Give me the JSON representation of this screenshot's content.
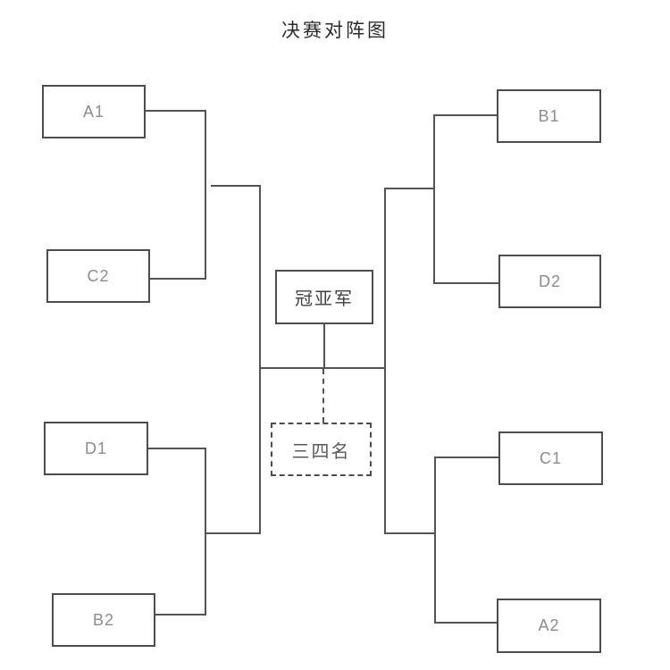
{
  "title": "决赛对阵图",
  "bracket": {
    "semifinal_left_top": {
      "team1": "A1",
      "team2": "C2"
    },
    "semifinal_left_bottom": {
      "team1": "D1",
      "team2": "B2"
    },
    "semifinal_right_top": {
      "team1": "B1",
      "team2": "D2"
    },
    "semifinal_right_bottom": {
      "team1": "C1",
      "team2": "A2"
    },
    "final": {
      "label": "冠亚军"
    },
    "third_place": {
      "label": "三四名"
    }
  },
  "colors": {
    "background": "#ffffff",
    "box-border": "#4d4d4d",
    "connector": "#545454",
    "team-text": "#8c8c8c",
    "final-text": "#404040",
    "third-text": "#595959",
    "title-text": "#2b2b2b"
  }
}
